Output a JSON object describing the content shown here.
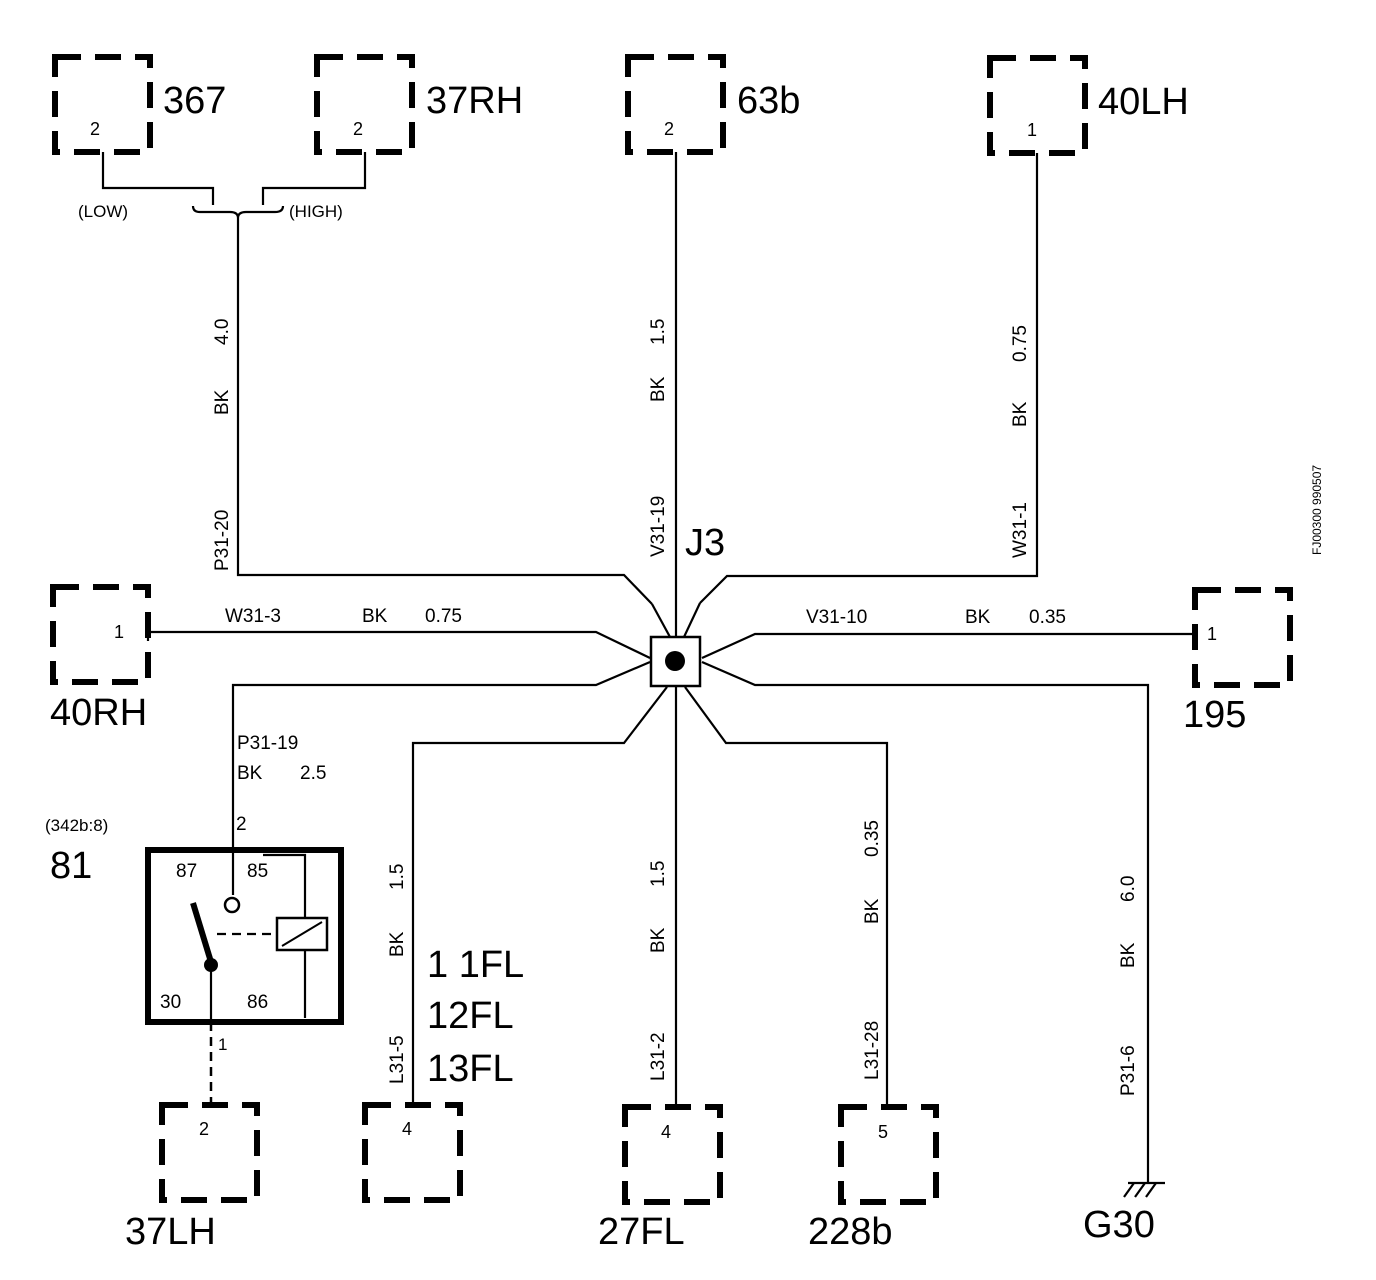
{
  "diagram": {
    "doc_id": "FJ00300 990507",
    "junction": "J3",
    "connectors": {
      "c367": {
        "name": "367",
        "pin": "2"
      },
      "c37rh": {
        "name": "37RH",
        "pin": "2"
      },
      "c63b": {
        "name": "63b",
        "pin": "2"
      },
      "c40lh": {
        "name": "40LH",
        "pin": "1"
      },
      "c40rh": {
        "name": "40RH",
        "pin": "1"
      },
      "c195": {
        "name": "195",
        "pin": "1"
      },
      "c37lh": {
        "name": "37LH",
        "pin": "2"
      },
      "c27fl": {
        "name": "27FL",
        "pin": "4"
      },
      "c228b": {
        "name": "228b",
        "pin": "5"
      },
      "c11fl": {
        "pin": "4",
        "names": [
          "1 1FL",
          "12FL",
          "13FL"
        ]
      }
    },
    "switch_labels": {
      "low": "(LOW)",
      "high": "(HIGH)"
    },
    "ground": "G30",
    "relay": {
      "name": "81",
      "ref": "(342b:8)",
      "terminals": {
        "t87": "87",
        "t85": "85",
        "t30": "30",
        "t86": "86"
      },
      "pin_top": "2",
      "pin_bottom": "1"
    },
    "wires": {
      "w_p31_20": {
        "id": "P31-20",
        "color": "BK",
        "size": "4.0"
      },
      "w_v31_19": {
        "id": "V31-19",
        "color": "BK",
        "size": "1.5"
      },
      "w_w31_1": {
        "id": "W31-1",
        "color": "BK",
        "size": "0.75"
      },
      "w_w31_3": {
        "id": "W31-3",
        "color": "BK",
        "size": "0.75"
      },
      "w_v31_10": {
        "id": "V31-10",
        "color": "BK",
        "size": "0.35"
      },
      "w_p31_19": {
        "id": "P31-19",
        "color": "BK",
        "size": "2.5"
      },
      "w_l31_5": {
        "id": "L31-5",
        "color": "BK",
        "size": "1.5"
      },
      "w_l31_2": {
        "id": "L31-2",
        "color": "BK",
        "size": "1.5"
      },
      "w_l31_28": {
        "id": "L31-28",
        "color": "BK",
        "size": "0.35"
      },
      "w_p31_6": {
        "id": "P31-6",
        "color": "BK",
        "size": "6.0"
      }
    }
  }
}
